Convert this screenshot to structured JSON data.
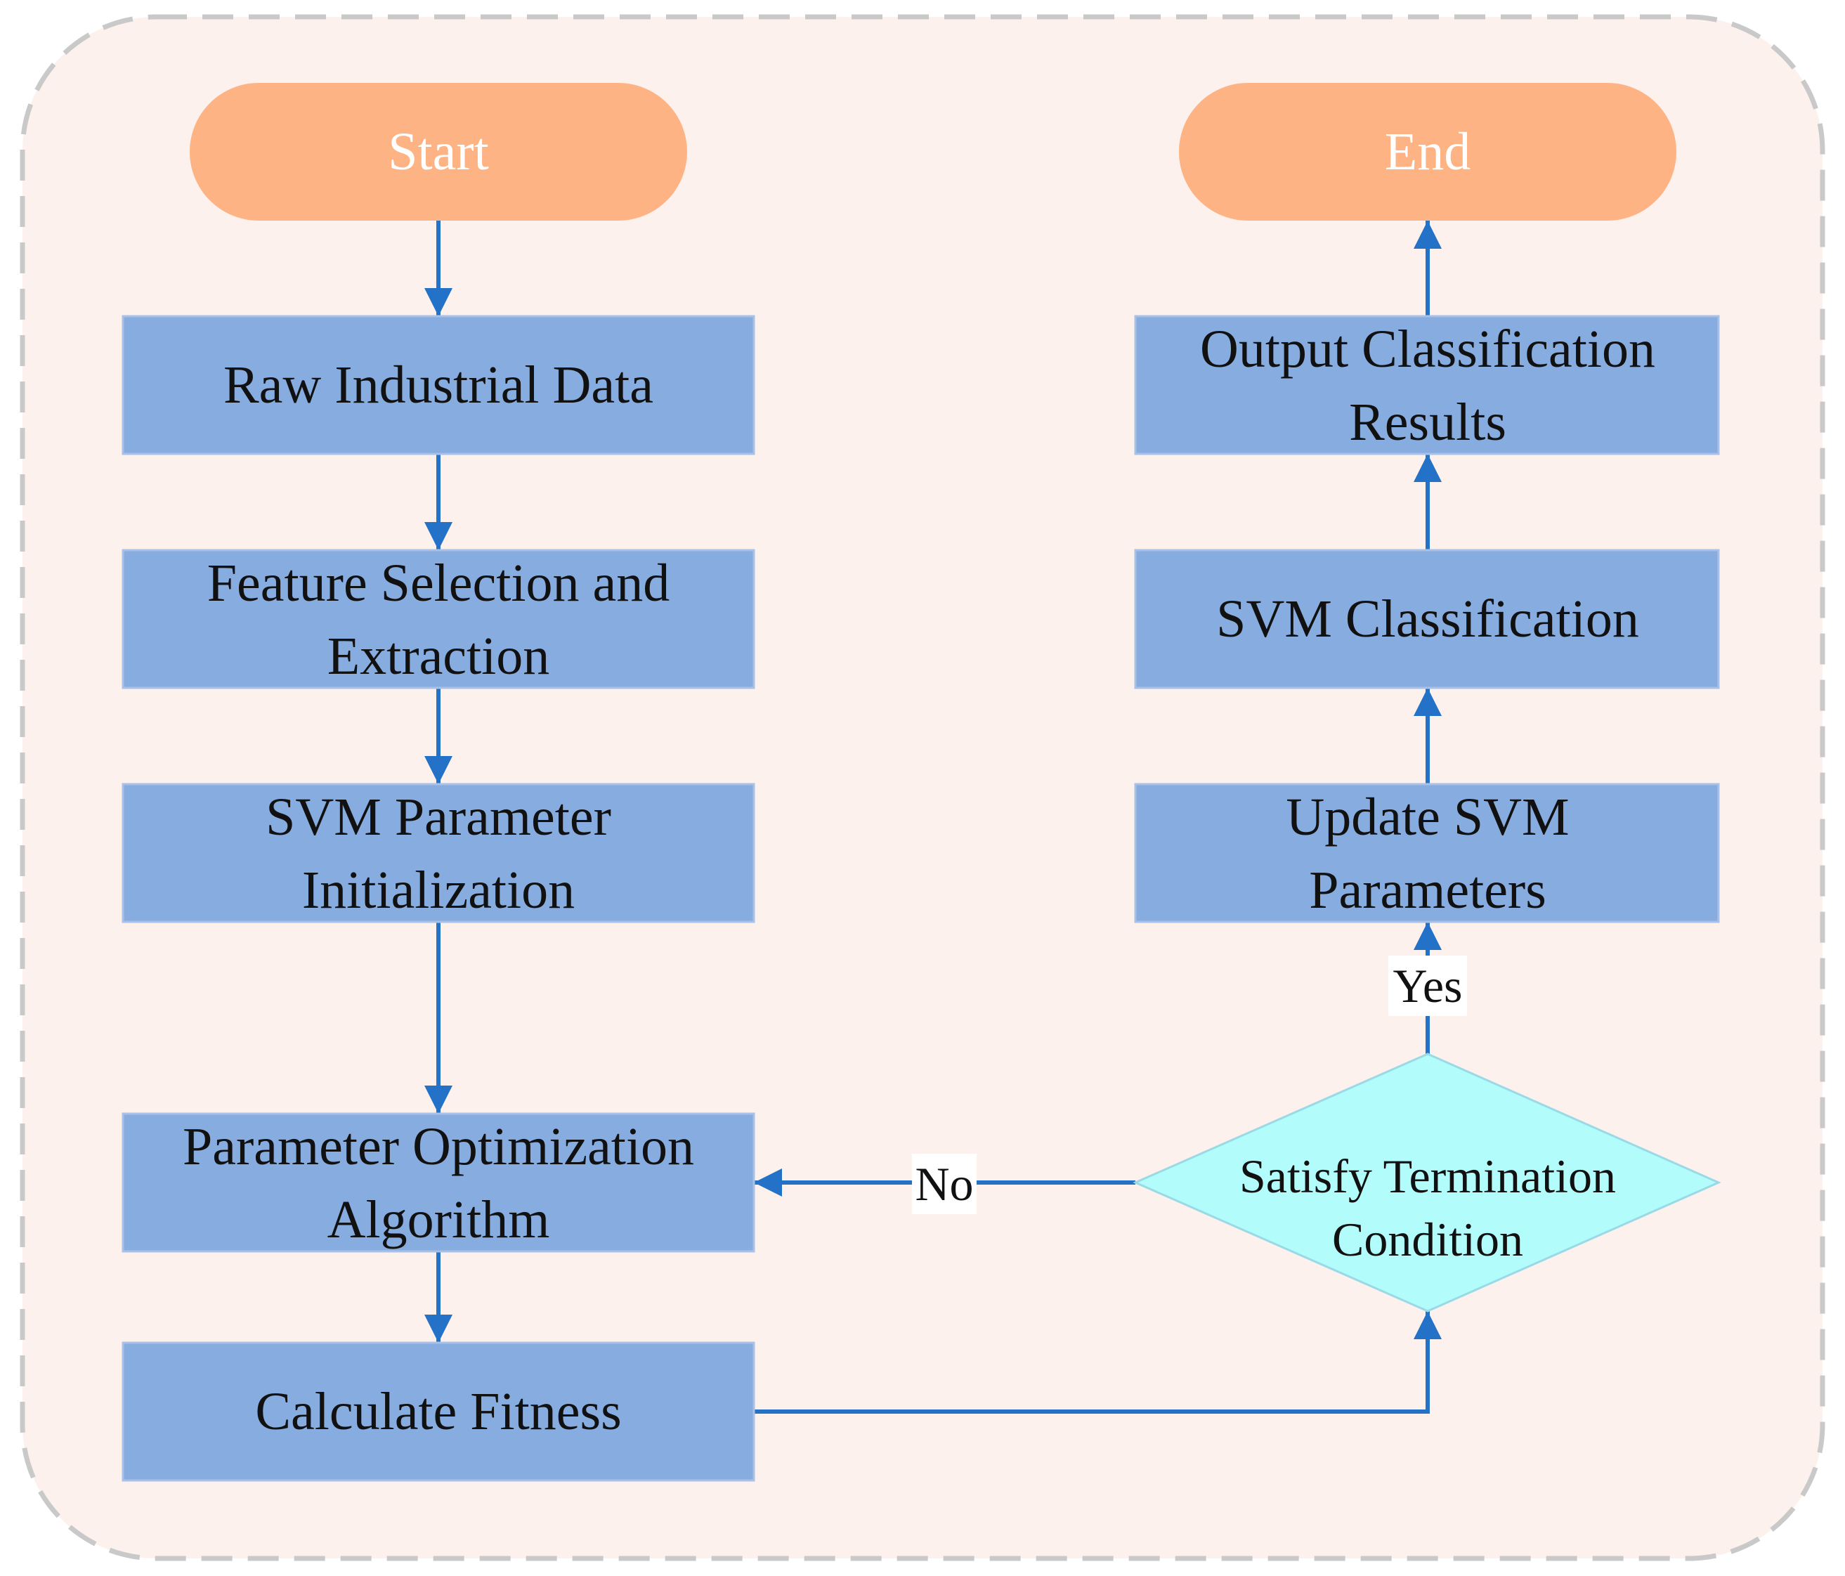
{
  "colors": {
    "panel_fill": "#fdf1ed",
    "panel_border": "#c9c9c9",
    "terminal_fill": "#fdb384",
    "process_fill": "#87ace0",
    "process_border": "#a9c1e6",
    "decision_fill": "#b3fcfc",
    "decision_border": "#9ad9e6",
    "arrow": "#2472c7"
  },
  "nodes": {
    "start": {
      "label": "Start"
    },
    "raw_data": {
      "lines": [
        "Raw Industrial Data"
      ]
    },
    "feature": {
      "lines": [
        "Feature Selection and",
        "Extraction"
      ]
    },
    "svm_init": {
      "lines": [
        "SVM Parameter",
        "Initialization"
      ]
    },
    "param_opt": {
      "lines": [
        "Parameter Optimization",
        "Algorithm"
      ]
    },
    "fitness": {
      "lines": [
        "Calculate Fitness"
      ]
    },
    "decision": {
      "lines": [
        "Satisfy Termination",
        "Condition"
      ]
    },
    "update": {
      "lines": [
        "Update SVM",
        "Parameters"
      ]
    },
    "svm_class": {
      "lines": [
        "SVM Classification"
      ]
    },
    "output": {
      "lines": [
        "Output Classification",
        "Results"
      ]
    },
    "end": {
      "label": "End"
    }
  },
  "edge_labels": {
    "no": "No",
    "yes": "Yes"
  }
}
